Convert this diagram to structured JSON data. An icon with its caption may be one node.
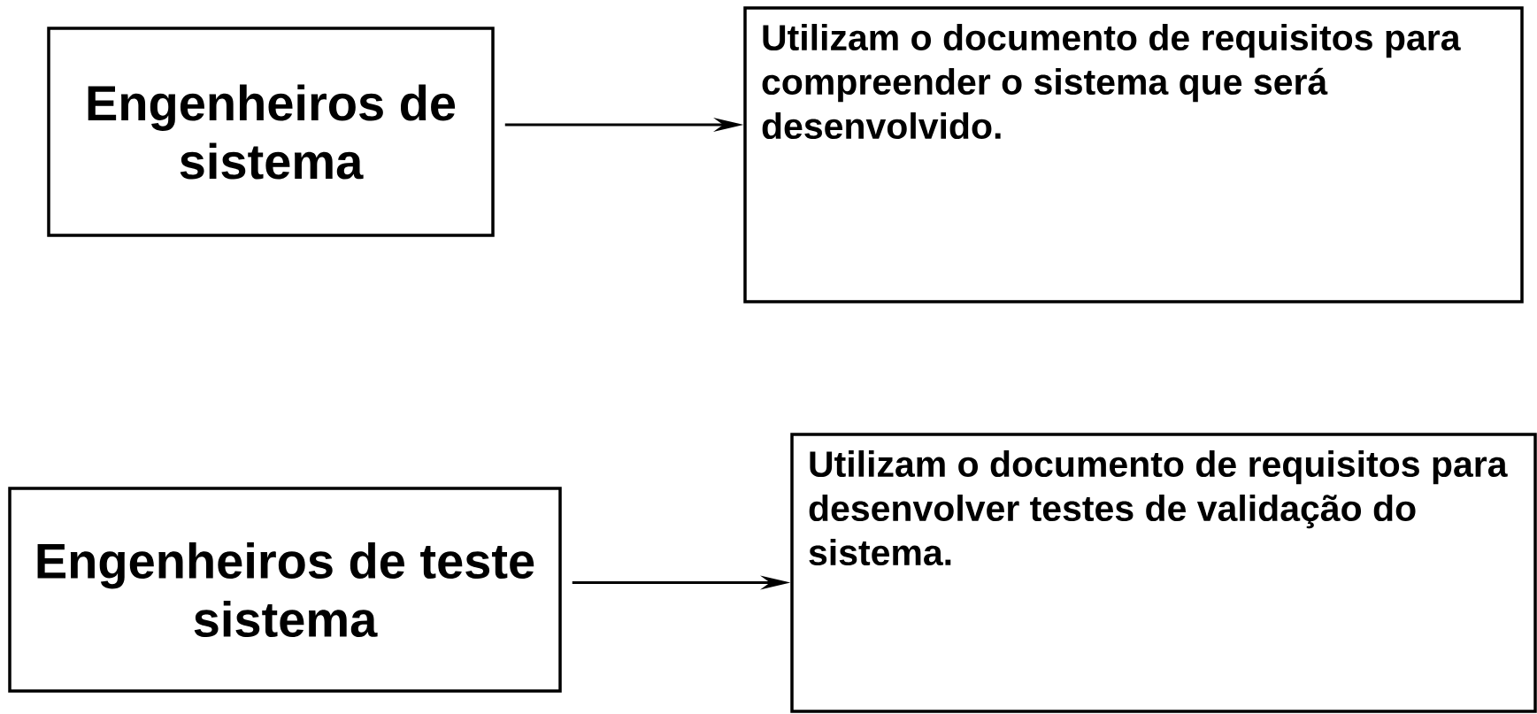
{
  "diagram": {
    "nodes": [
      {
        "text": [
          "Engenheiros de sistema"
        ]
      },
      {
        "text": [
          "Utilizam o documento de requisitos para compreender o sistema que será desenvolvido."
        ]
      },
      {
        "text": [
          "Engenheiros de teste sistema"
        ]
      },
      {
        "text": [
          "Utilizam o documento de requisitos para desenvolver testes de validação do sistema."
        ]
      }
    ],
    "edges": [
      {
        "from": 0,
        "to": 1,
        "arrow": "to"
      },
      {
        "from": 2,
        "to": 3,
        "arrow": "to"
      }
    ]
  }
}
